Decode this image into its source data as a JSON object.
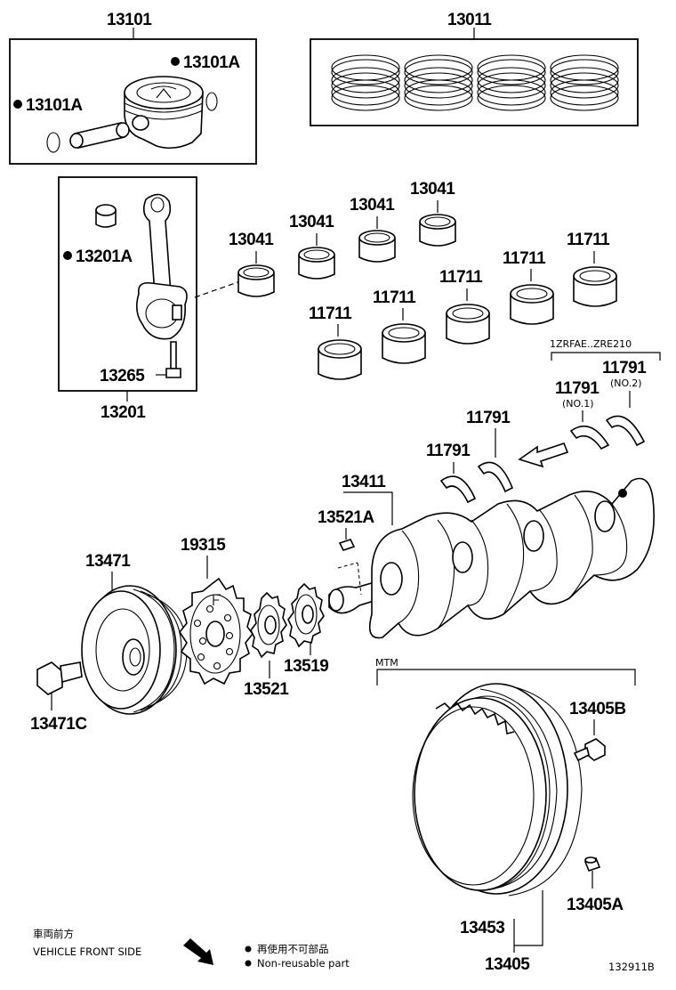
{
  "labels": {
    "p13101": "13101",
    "p13011": "13011",
    "p13101A_right": "13101A",
    "p13101A_left": "13101A",
    "p13201A": "13201A",
    "p13265": "13265",
    "p13201": "13201",
    "p13041_a": "13041",
    "p13041_b": "13041",
    "p13041_c": "13041",
    "p13041_d": "13041",
    "p11711_a": "11711",
    "p11711_b": "11711",
    "p11711_c": "11711",
    "p11711_d": "11711",
    "p11711_e": "11711",
    "variant_note": "1ZRFAE..ZRE210",
    "p11791_no1": "11791",
    "no1": "(NO.1)",
    "p11791_no2": "11791",
    "no2": "(NO.2)",
    "p11791_c": "11791",
    "p11791_d": "11791",
    "p13411": "13411",
    "p13521A": "13521A",
    "p19315": "19315",
    "p13471": "13471",
    "p13521": "13521",
    "p13519": "13519",
    "p13471C": "13471C",
    "mtm": "MTM",
    "p13405B": "13405B",
    "p13405A": "13405A",
    "p13453": "13453",
    "p13405": "13405"
  },
  "legend": {
    "front_jp": "車両前方",
    "front_en": "VEHICLE FRONT SIDE",
    "nonreusable_jp": "再使用不可部品",
    "nonreusable_en": "Non-reusable part"
  },
  "diagram_id": "132911B"
}
